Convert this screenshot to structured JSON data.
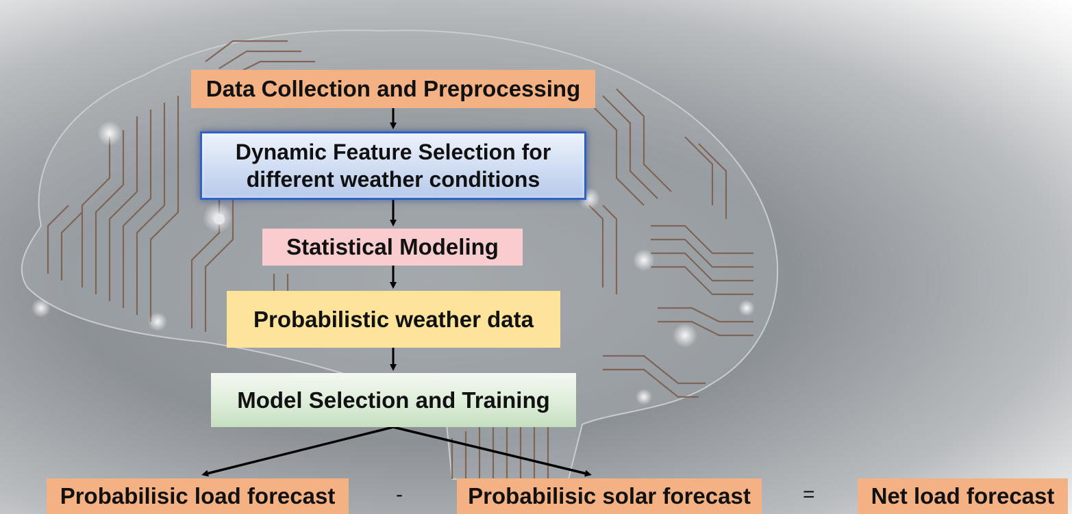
{
  "steps": {
    "data_collection": "Data Collection and Preprocessing",
    "feature_selection_line1": "Dynamic Feature Selection for",
    "feature_selection_line2": "different weather conditions",
    "statistical_modeling": "Statistical Modeling",
    "probabilistic_weather": "Probabilistic weather data",
    "model_selection": "Model Selection and Training"
  },
  "outputs": {
    "load_forecast": "Probabilisic load forecast",
    "minus": "-",
    "solar_forecast": "Probabilisic solar forecast",
    "equals": "=",
    "net_load_forecast": "Net load forecast"
  },
  "colors": {
    "orange": "#f4b183",
    "blue_border": "#2e63c4",
    "pink": "#f9cdd0",
    "yellow": "#fde49a",
    "green": "#dfeedb",
    "circuit_trace": "#7a5a4a"
  }
}
